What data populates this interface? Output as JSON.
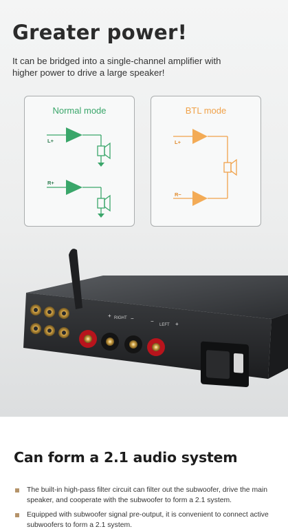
{
  "header": {
    "title": "Greater power!",
    "subtitle": "It can be bridged into a single-channel amplifier with higher power to drive a large speaker!"
  },
  "diagrams": {
    "normal": {
      "title": "Normal mode",
      "label_left": "L+",
      "label_right": "R+",
      "color": "#3aa66a"
    },
    "btl": {
      "title": "BTL mode",
      "label_left": "L+",
      "label_right": "R−",
      "color": "#f0a24a"
    }
  },
  "product": {
    "panel_labels": [
      "RIGHT",
      "LEFT"
    ],
    "polarity": [
      "+",
      "−",
      "−",
      "+"
    ]
  },
  "section2": {
    "title": "Can form a 2.1 audio system",
    "bullets": [
      "The built-in high-pass filter circuit can filter out the subwoofer, drive the main speaker, and cooperate with the subwoofer to form a 2.1 system.",
      "Equipped with subwoofer signal pre-output, it is convenient to connect active subwoofers to form a 2.1 system."
    ],
    "bullet_color": "#b5936a"
  }
}
